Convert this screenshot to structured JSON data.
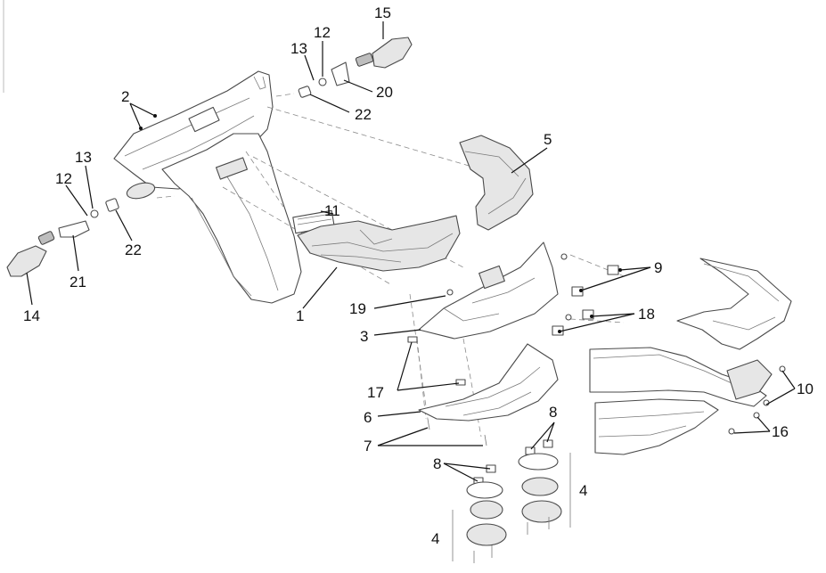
{
  "callouts": [
    {
      "id": "c15",
      "text": "15"
    },
    {
      "id": "c12a",
      "text": "12"
    },
    {
      "id": "c13a",
      "text": "13"
    },
    {
      "id": "c20",
      "text": "20"
    },
    {
      "id": "c22a",
      "text": "22"
    },
    {
      "id": "c2",
      "text": "2"
    },
    {
      "id": "c5",
      "text": "5"
    },
    {
      "id": "c13b",
      "text": "13"
    },
    {
      "id": "c12b",
      "text": "12"
    },
    {
      "id": "c11",
      "text": "11"
    },
    {
      "id": "c22b",
      "text": "22"
    },
    {
      "id": "c9",
      "text": "9"
    },
    {
      "id": "c21",
      "text": "21"
    },
    {
      "id": "c14",
      "text": "14"
    },
    {
      "id": "c1",
      "text": "1"
    },
    {
      "id": "c19",
      "text": "19"
    },
    {
      "id": "c18",
      "text": "18"
    },
    {
      "id": "c3",
      "text": "3"
    },
    {
      "id": "c10",
      "text": "10"
    },
    {
      "id": "c17",
      "text": "17"
    },
    {
      "id": "c6",
      "text": "6"
    },
    {
      "id": "c8a",
      "text": "8"
    },
    {
      "id": "c16",
      "text": "16"
    },
    {
      "id": "c7",
      "text": "7"
    },
    {
      "id": "c8b",
      "text": "8"
    },
    {
      "id": "c4a",
      "text": "4"
    },
    {
      "id": "c4b",
      "text": "4"
    }
  ]
}
